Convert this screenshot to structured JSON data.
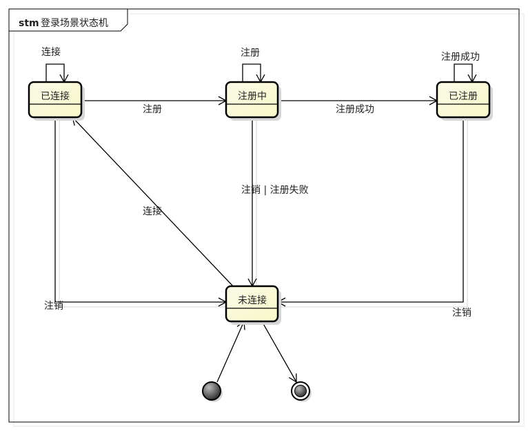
{
  "frame": {
    "keyword": "stm",
    "title": "登录场景状态机"
  },
  "states": {
    "connected": "已连接",
    "registering": "注册中",
    "registered": "已注册",
    "disconnected": "未连接"
  },
  "transitions": {
    "connected_self": "连接",
    "registering_self": "注册",
    "registered_self": "注册成功",
    "connected_to_registering": "注册",
    "registering_to_registered": "注册成功",
    "registering_to_disconnected": "注销 | 注册失败",
    "disconnected_to_connected": "连接",
    "connected_to_disconnected": "注销",
    "registered_to_disconnected": "注销"
  },
  "colors": {
    "state_fill": "#fdfde0",
    "state_border": "#000000"
  }
}
